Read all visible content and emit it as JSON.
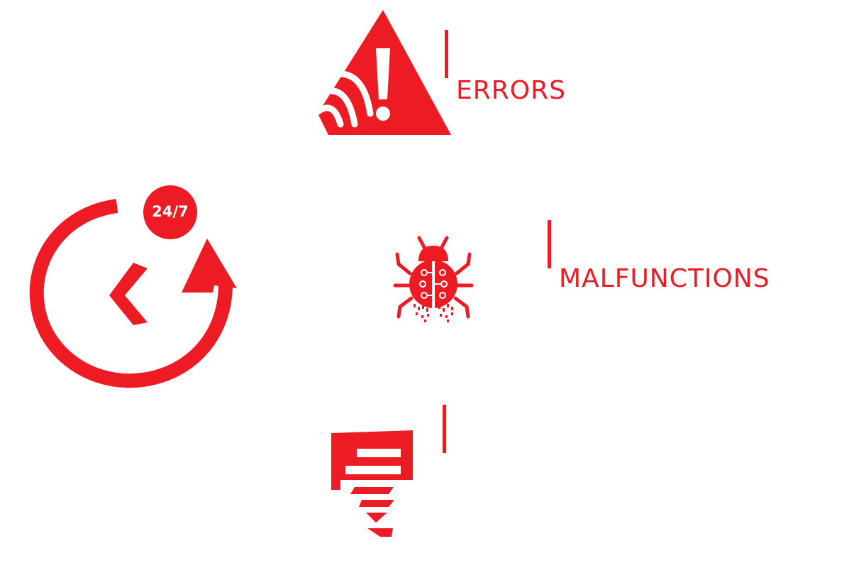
{
  "colors": {
    "accent": "#ed1c24",
    "background": "#ffffff"
  },
  "items": [
    {
      "id": "errors",
      "icon": "warning-icon",
      "label": "ERRORS"
    },
    {
      "id": "malfunctions",
      "icon": "bug-icon",
      "label": "MALFUNCTIONS"
    },
    {
      "id": "ticket",
      "icon": "ticket-icon",
      "label": ""
    }
  ],
  "support": {
    "icon": "clock-refresh-icon",
    "badge": "24/7"
  }
}
